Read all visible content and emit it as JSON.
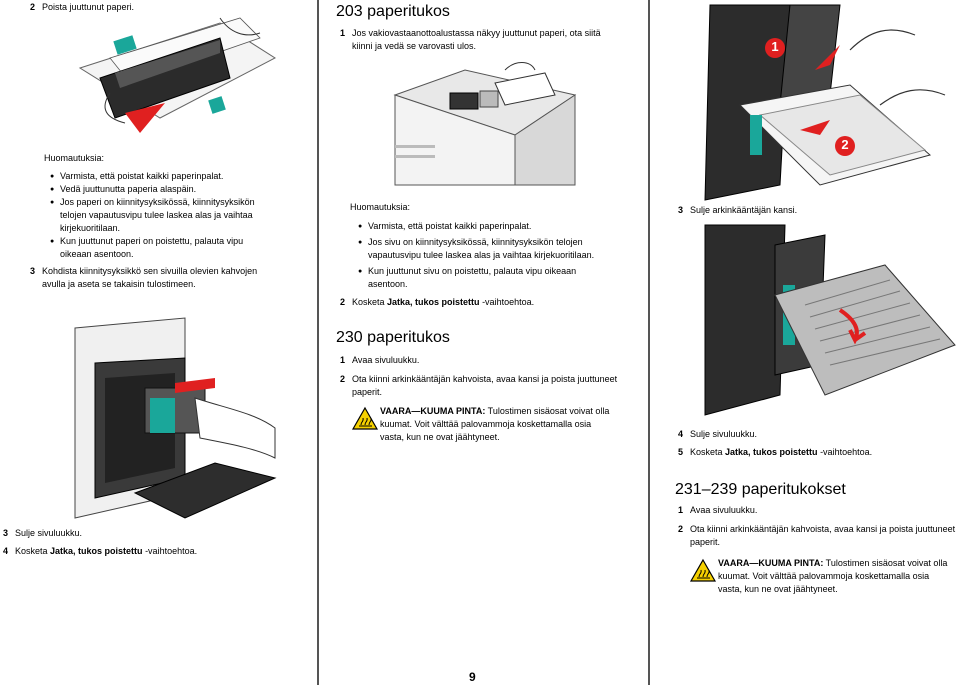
{
  "left": {
    "step2": {
      "num": "2",
      "text": "Poista juuttunut paperi."
    },
    "notes_title": "Huomautuksia:",
    "notes": [
      {
        "lines": [
          "Varmista, että poistat kaikki paperinpalat."
        ]
      },
      {
        "lines": [
          "Vedä juuttunutta paperia alaspäin."
        ]
      },
      {
        "lines": [
          "Jos paperi on kiinnitysyksikössä, kiinnitysyksikön",
          "telojen vapautusvipu tulee laskea alas ja vaihtaa",
          "kirjekuoritilaan."
        ]
      },
      {
        "lines": [
          "Kun juuttunut paperi on poistettu, palauta vipu",
          "oikeaan asentoon."
        ]
      }
    ],
    "step3": {
      "num": "3",
      "lines": [
        "Kohdista kiinnitysyksikkö sen sivuilla olevien kahvojen",
        "avulla ja aseta se takaisin tulostimeen."
      ]
    },
    "step3b": {
      "num": "3",
      "text": "Sulje sivuluukku."
    },
    "step4": {
      "num": "4",
      "pre": "Kosketa ",
      "bold": "Jatka, tukos poistettu",
      "post": " -vaihtoehtoa."
    }
  },
  "middle": {
    "title": "203 paperitukos",
    "step1": {
      "num": "1",
      "lines": [
        "Jos vakiovastaanottoalustassa näkyy juuttunut paperi, ota siitä",
        "kiinni ja vedä se varovasti ulos."
      ]
    },
    "notes_title": "Huomautuksia:",
    "notes": [
      {
        "lines": [
          "Varmista, että poistat kaikki paperinpalat."
        ]
      },
      {
        "lines": [
          "Jos sivu on kiinnitysyksikössä, kiinnitysyksikön telojen",
          "vapautusvipu tulee laskea alas ja vaihtaa kirjekuoritilaan."
        ]
      },
      {
        "lines": [
          "Kun juuttunut sivu on poistettu, palauta vipu oikeaan",
          "asentoon."
        ]
      }
    ],
    "step2": {
      "num": "2",
      "pre": "Kosketa ",
      "bold": "Jatka, tukos poistettu",
      "post": " -vaihtoehtoa."
    },
    "title2": "230 paperitukos",
    "step1b": {
      "num": "1",
      "text": "Avaa sivuluukku."
    },
    "step2b": {
      "num": "2",
      "lines": [
        "Ota kiinni arkinkääntäjän kahvoista, avaa kansi ja poista juuttuneet",
        "paperit."
      ]
    },
    "warning": {
      "bold": "VAARA—KUUMA PINTA:",
      "lines": [
        " Tulostimen sisäosat voivat olla",
        "kuumat. Voit välttää palovammoja koskettamalla osia",
        "vasta, kun ne ovat jäähtyneet."
      ]
    }
  },
  "right": {
    "step3": {
      "num": "3",
      "text": "Sulje arkinkääntäjän kansi."
    },
    "step4": {
      "num": "4",
      "text": "Sulje sivuluukku."
    },
    "step5": {
      "num": "5",
      "pre": "Kosketa ",
      "bold": "Jatka, tukos poistettu",
      "post": " -vaihtoehtoa."
    },
    "title": "231–239 paperitukokset",
    "step1": {
      "num": "1",
      "text": "Avaa sivuluukku."
    },
    "step2": {
      "num": "2",
      "lines": [
        "Ota kiinni arkinkääntäjän kahvoista, avaa kansi ja poista juuttuneet",
        "paperit."
      ]
    },
    "warning": {
      "bold": "VAARA—KUUMA PINTA:",
      "lines": [
        " Tulostimen sisäosat voivat olla",
        "kuumat. Voit välttää palovammoja koskettamalla osia",
        "vasta, kun ne ovat jäähtyneet."
      ]
    },
    "callouts": [
      "1",
      "2"
    ]
  },
  "page_number": "9"
}
